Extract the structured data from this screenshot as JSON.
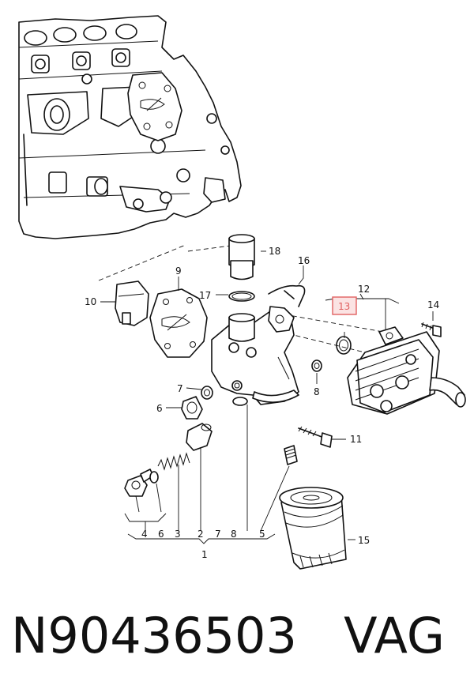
{
  "callouts": {
    "c1": "1",
    "c2": "2",
    "c3": "3",
    "c4": "4",
    "c5": "5",
    "c6": "6",
    "c6b": "6",
    "c7": "7",
    "c7b": "7",
    "c8": "8",
    "c8b": "8",
    "c9": "9",
    "c10": "10",
    "c11": "11",
    "c12": "12",
    "c13": "13",
    "c14": "14",
    "c15": "15",
    "c16": "16",
    "c17": "17",
    "c18": "18"
  },
  "highlight_color": "#e06060",
  "footer": {
    "part_number": "N90436503",
    "brand": "VAG",
    "separator": "   "
  }
}
